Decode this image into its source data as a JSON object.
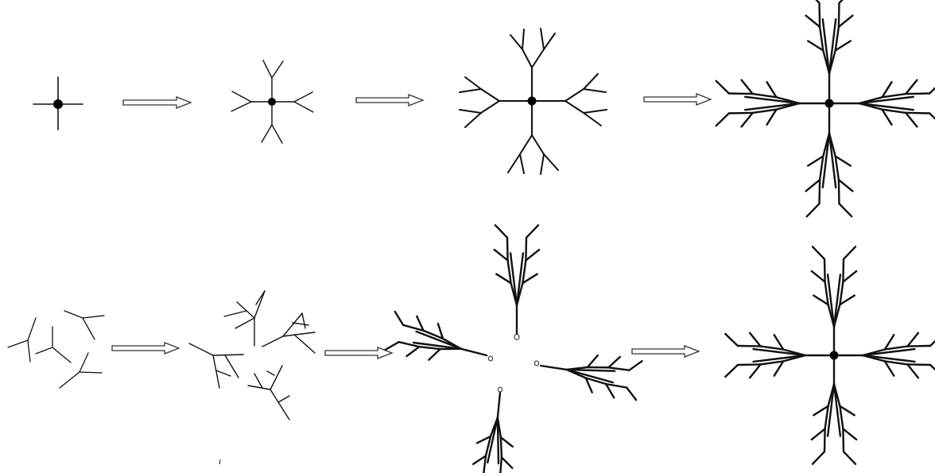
{
  "diagram": {
    "rows": [
      {
        "id": "top-row",
        "stages": [
          "single-center-cross",
          "first-branching",
          "second-branching",
          "dense-radial-tree"
        ],
        "arrows": 3
      },
      {
        "id": "bottom-row",
        "stages": [
          "scattered-fragments",
          "grown-fragments",
          "four-separate-trees",
          "merged-radial-tree"
        ],
        "arrows": 3
      }
    ],
    "colors": {
      "stroke": "#111111",
      "node": "#000000",
      "arrow_fill": "#ffffff",
      "arrow_stroke": "#333333",
      "background": "#ffffff"
    }
  }
}
